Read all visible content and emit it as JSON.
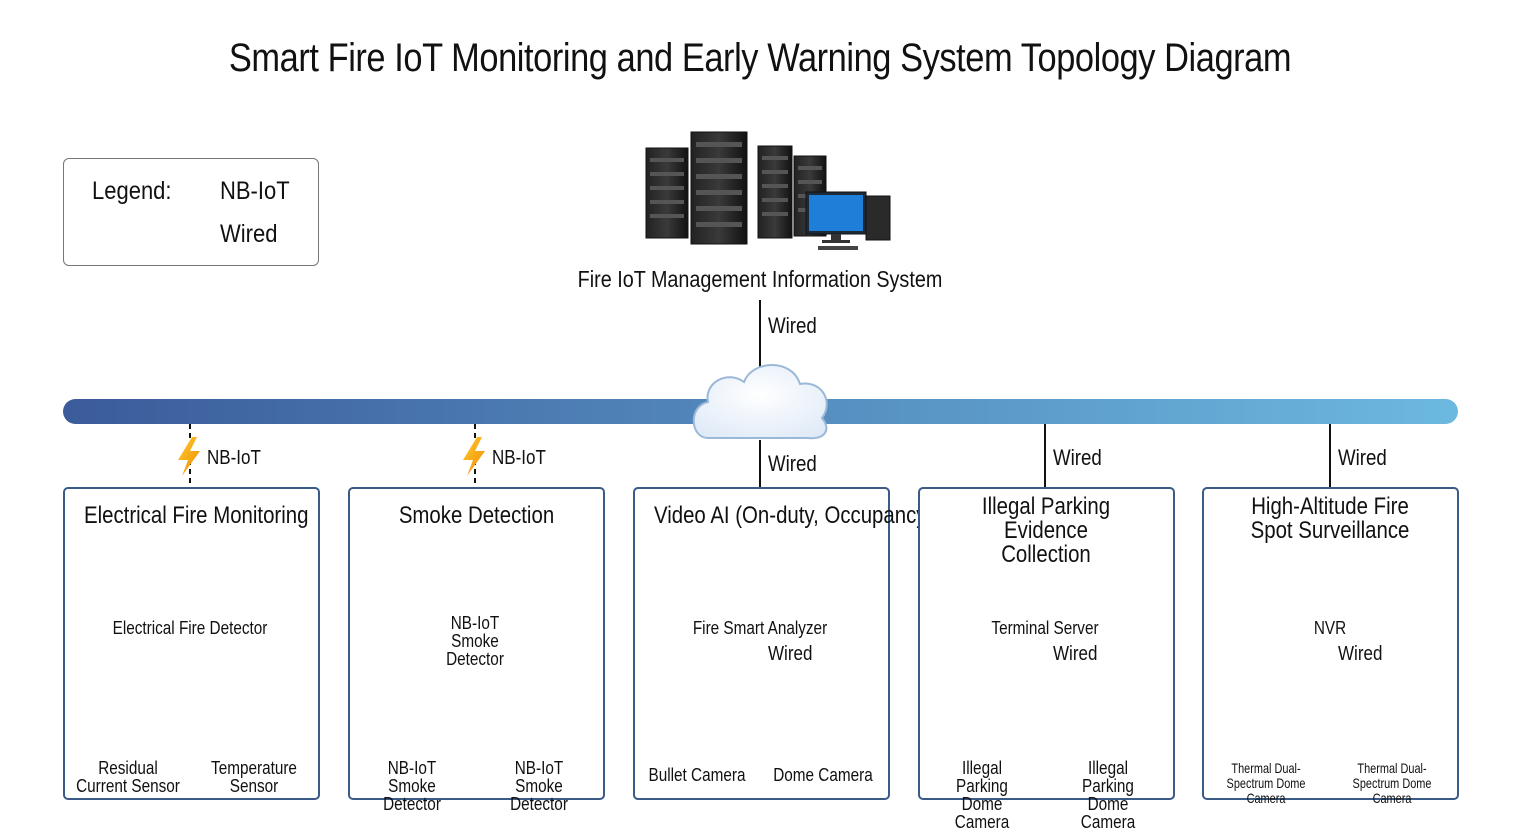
{
  "title": "Smart Fire IoT Monitoring and Early Warning System Topology Diagram",
  "legend": {
    "prefix": "Legend:",
    "nbiot_label": "NB-IoT",
    "wired_label": "Wired"
  },
  "central": {
    "label": "Fire IoT Management Information System",
    "uplink": "Wired"
  },
  "colors": {
    "bus_start": "#3b5b9a",
    "bus_end": "#6cb9e0",
    "box_border": "#3a5a88",
    "lightning": "#f5b400"
  },
  "subsystems": [
    {
      "title": "Electrical Fire Monitoring",
      "link": "NB-IoT",
      "device": "Electrical Fire Detector",
      "children": [
        "Residual Current Sensor",
        "Temperature Sensor"
      ]
    },
    {
      "title": "Smoke Detection",
      "link": "NB-IoT",
      "device": "NB-IoT Smoke Detector",
      "children": [
        "NB-IoT Smoke Detector",
        "NB-IoT Smoke Detector"
      ]
    },
    {
      "title": "Video AI (On-duty, Occupancy)",
      "link": "Wired",
      "device": "Fire Smart Analyzer",
      "device_link": "Wired",
      "children": [
        "Bullet Camera",
        "Dome Camera"
      ]
    },
    {
      "title": "Illegal Parking Evidence Collection",
      "link": "Wired",
      "device": "Terminal Server",
      "device_link": "Wired",
      "children": [
        "Illegal Parking Dome Camera",
        "Illegal Parking Dome Camera"
      ]
    },
    {
      "title": "High-Altitude Fire Spot Surveillance",
      "link": "Wired",
      "device": "NVR",
      "device_link": "Wired",
      "children": [
        "Thermal Dual-Spectrum Dome Camera",
        "Thermal Dual-Spectrum Dome Camera"
      ]
    }
  ]
}
